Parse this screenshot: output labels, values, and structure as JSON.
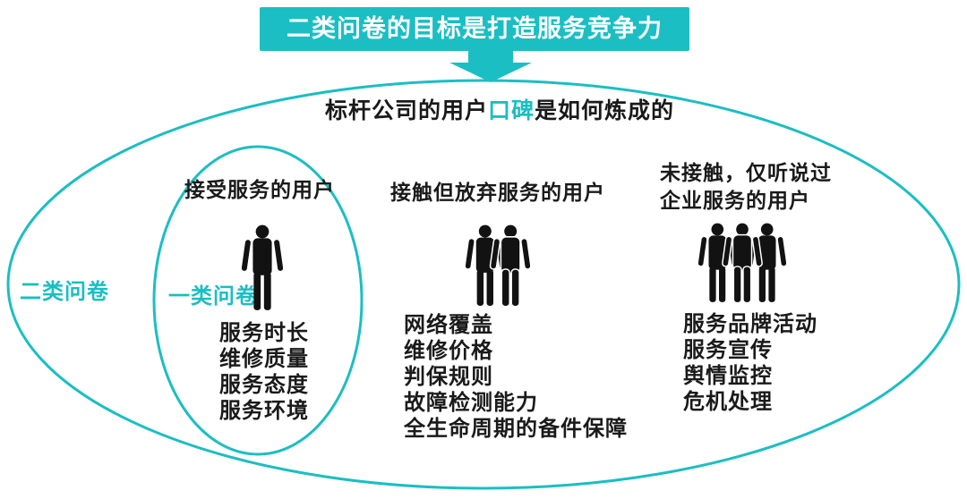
{
  "colors": {
    "teal_accent": "#1bbec3",
    "text": "#1a1a1a",
    "banner_text": "#ffffff",
    "figure_black": "#121212",
    "background": "#ffffff"
  },
  "banner": {
    "label": "二类问卷的目标是打造服务竞争力",
    "arrow_icon": "down-arrow-icon"
  },
  "main_ellipse": {
    "title": {
      "prefix": "标杆公司的用户",
      "highlight": "口碑",
      "suffix": "是如何炼成的"
    },
    "label": "二类问卷"
  },
  "inner_ellipse": {
    "label": "一类问卷"
  },
  "groups": [
    {
      "heading": "接受服务的用户",
      "icon": "one-user-icon",
      "person_count": 1,
      "items": [
        "服务时长",
        "维修质量",
        "服务态度",
        "服务环境"
      ]
    },
    {
      "heading": "接触但放弃服务的用户",
      "icon": "two-users-icon",
      "person_count": 2,
      "items": [
        "网络覆盖",
        "维修价格",
        "判保规则",
        "故障检测能力",
        "全生命周期的备件保障"
      ]
    },
    {
      "heading": "未接触，仅听说过\n企业服务的用户",
      "icon": "three-users-icon",
      "person_count": 3,
      "items": [
        "服务品牌活动",
        "服务宣传",
        "舆情监控",
        "危机处理"
      ]
    }
  ]
}
